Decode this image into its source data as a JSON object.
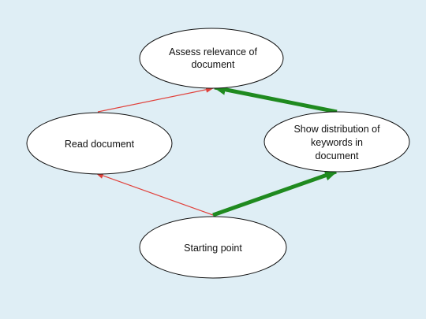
{
  "diagram": {
    "nodes": {
      "assess": {
        "lines": [
          "Assess relevance of",
          "document"
        ]
      },
      "read": {
        "lines": [
          "Read document"
        ]
      },
      "show": {
        "lines": [
          "Show distribution of",
          "keywords in",
          "document"
        ]
      },
      "start": {
        "lines": [
          "Starting point"
        ]
      }
    },
    "edges": [
      {
        "from": "start",
        "to": "read",
        "style": "thin",
        "color": "#e0403a"
      },
      {
        "from": "read",
        "to": "assess",
        "style": "thin",
        "color": "#e0403a"
      },
      {
        "from": "start",
        "to": "show",
        "style": "thick",
        "color": "#1f8a1f"
      },
      {
        "from": "show",
        "to": "assess",
        "style": "thick",
        "color": "#1f8a1f"
      }
    ],
    "colors": {
      "background": "#dfeef5",
      "node_fill": "#ffffff",
      "node_stroke": "#111111"
    }
  }
}
